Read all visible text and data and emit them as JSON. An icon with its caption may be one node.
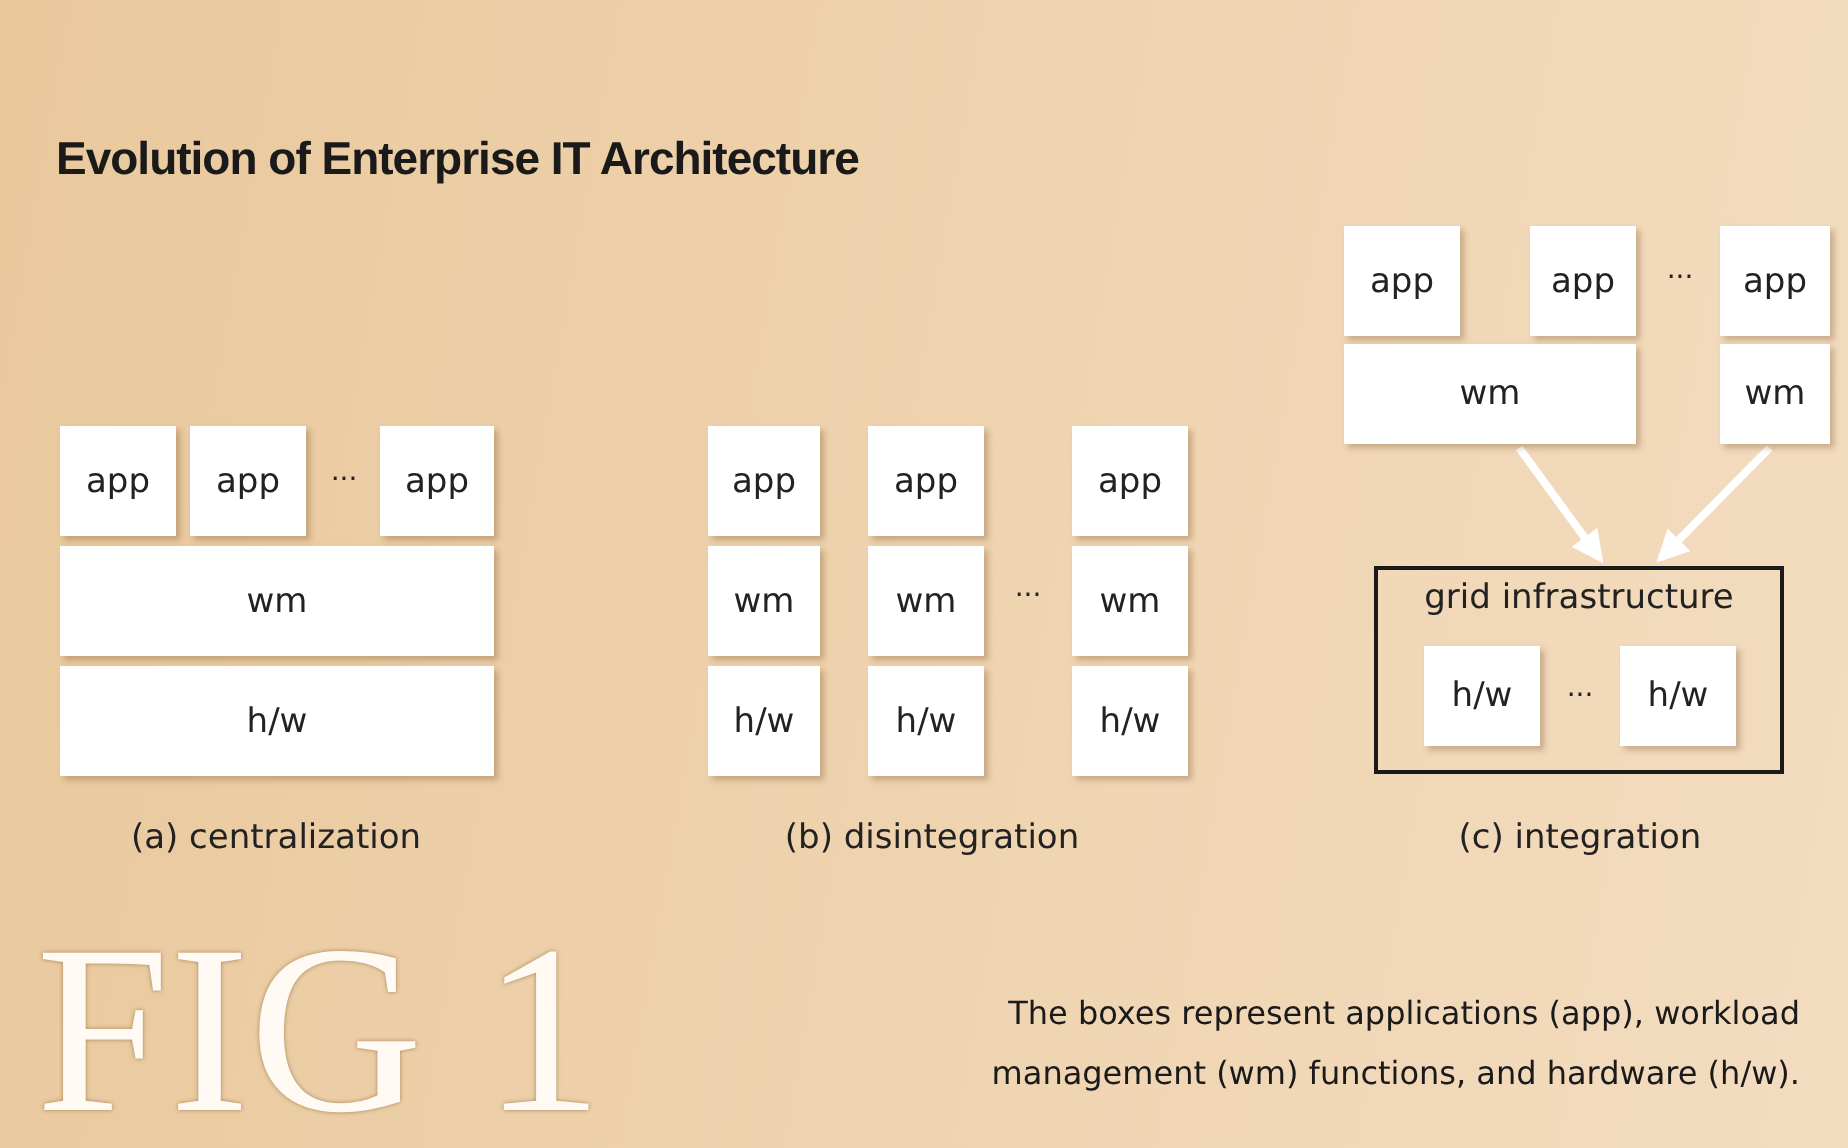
{
  "diagram": {
    "title": "Evolution of Enterprise IT Architecture",
    "caption": "The boxes represent applications (app), workload management (wm) functions, and hardware (h/w).",
    "nodes": [
      {
        "text": [
          "app"
        ]
      },
      {
        "text": [
          "app"
        ]
      },
      {
        "text": [
          "app"
        ]
      },
      {
        "text": [
          "wm"
        ]
      },
      {
        "text": [
          "h/w"
        ]
      },
      {
        "text": [
          "app"
        ]
      },
      {
        "text": [
          "app"
        ]
      },
      {
        "text": [
          "app"
        ]
      },
      {
        "text": [
          "wm"
        ]
      },
      {
        "text": [
          "wm"
        ]
      },
      {
        "text": [
          "wm"
        ]
      },
      {
        "text": [
          "h/w"
        ]
      },
      {
        "text": [
          "h/w"
        ]
      },
      {
        "text": [
          "h/w"
        ]
      },
      {
        "text": [
          "app"
        ]
      },
      {
        "text": [
          "app"
        ]
      },
      {
        "text": [
          "app"
        ]
      },
      {
        "text": [
          "wm"
        ]
      },
      {
        "text": [
          "wm"
        ]
      },
      {
        "text": [
          "grid infrastructure"
        ]
      },
      {
        "text": [
          "h/w"
        ],
        "in": 19
      },
      {
        "text": [
          "h/w"
        ],
        "in": 19
      }
    ],
    "edges": [
      {
        "from": 17,
        "to": 19,
        "arrow": "to"
      },
      {
        "from": 18,
        "to": 19,
        "arrow": "to"
      }
    ],
    "labels": [
      "···",
      "···",
      "···",
      "···",
      "(a) centralization",
      "(b) disintegration",
      "(c) integration",
      "FIG 1"
    ]
  }
}
